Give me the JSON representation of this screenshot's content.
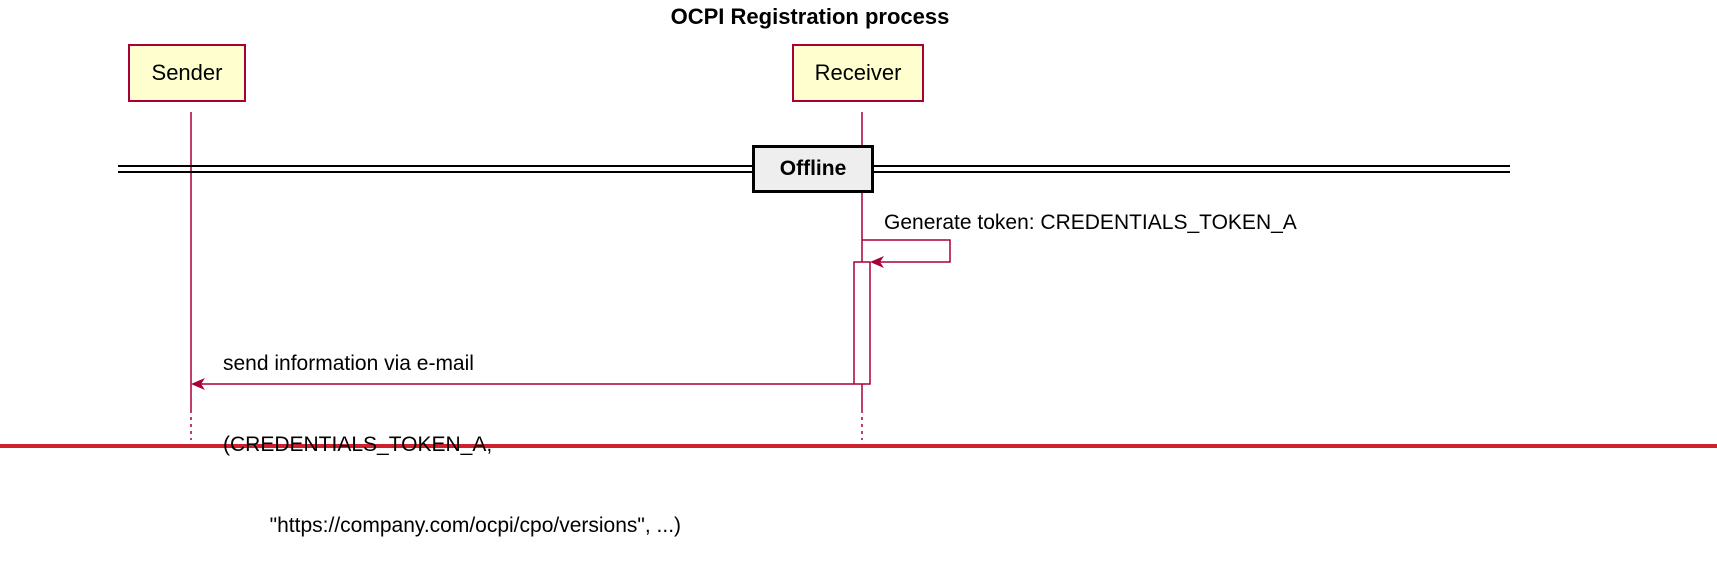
{
  "diagram": {
    "title": "OCPI Registration process",
    "participants": [
      {
        "id": "sender",
        "label": "Sender"
      },
      {
        "id": "receiver",
        "label": "Receiver"
      }
    ],
    "divider": {
      "label": "Offline"
    },
    "messages": [
      {
        "id": "self-message",
        "from": "receiver",
        "to": "receiver",
        "text": "Generate token: CREDENTIALS_TOKEN_A"
      },
      {
        "id": "email-message",
        "from": "receiver",
        "to": "sender",
        "lines": [
          "send information via e-mail",
          "(CREDENTIALS_TOKEN_A,",
          "        \"https://company.com/ocpi/cpo/versions\", ...)"
        ]
      }
    ],
    "colors": {
      "line": "#a80036",
      "participant_fill": "#fefece",
      "divider_fill": "#eeeeee",
      "footer_line": "#d0202e"
    }
  }
}
